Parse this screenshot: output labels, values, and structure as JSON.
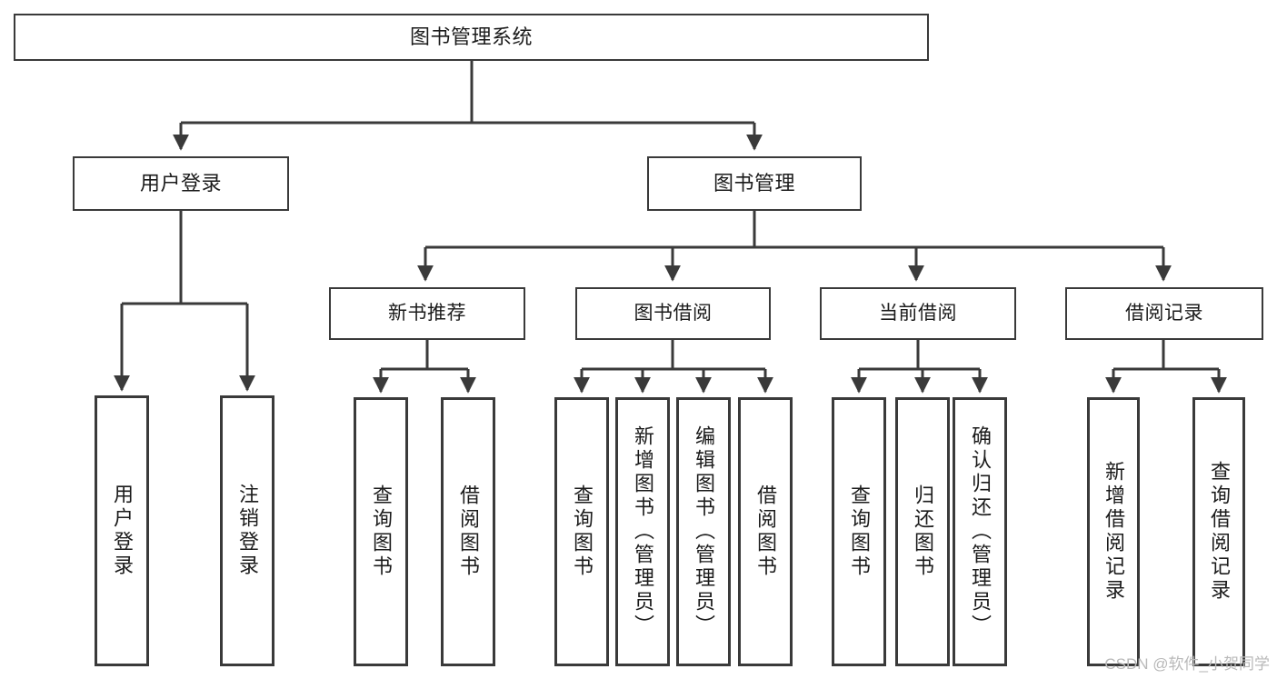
{
  "diagram": {
    "title": "图书管理系统",
    "watermark": "CSDN @软件_小贺同学",
    "stroke_color": "#3a3a3a",
    "text_color": "#1b1b1b",
    "background_color": "#ffffff",
    "root": {
      "label": "图书管理系统"
    },
    "level1": [
      {
        "label": "用户登录"
      },
      {
        "label": "图书管理"
      }
    ],
    "level2": [
      {
        "label": "新书推荐"
      },
      {
        "label": "图书借阅"
      },
      {
        "label": "当前借阅"
      },
      {
        "label": "借阅记录"
      }
    ],
    "leaves": {
      "user_login": [
        {
          "label": "用户登录"
        },
        {
          "label": "注销登录"
        }
      ],
      "new_book_recommend": [
        {
          "label": "查询图书"
        },
        {
          "label": "借阅图书"
        }
      ],
      "book_borrow": [
        {
          "label": "查询图书"
        },
        {
          "label": "新增图书（管理员）"
        },
        {
          "label": "编辑图书（管理员）"
        },
        {
          "label": "借阅图书"
        }
      ],
      "current_borrow": [
        {
          "label": "查询图书"
        },
        {
          "label": "归还图书"
        },
        {
          "label": "确认归还（管理员）"
        }
      ],
      "borrow_record": [
        {
          "label": "新增借阅记录"
        },
        {
          "label": "查询借阅记录"
        }
      ]
    }
  }
}
